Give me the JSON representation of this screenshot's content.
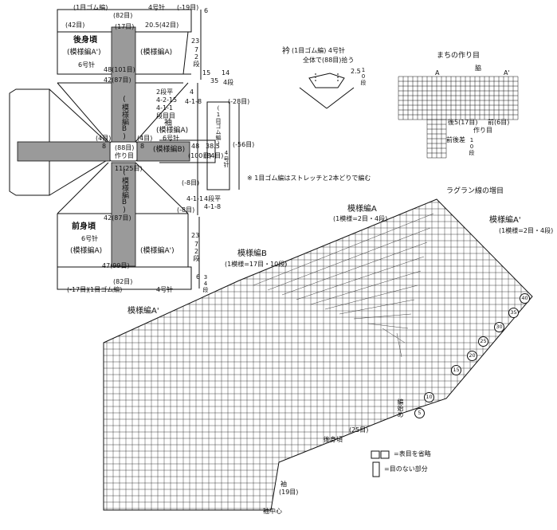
{
  "schematic": {
    "back": {
      "rib_label": "(1目ゴム編)",
      "needle_top": "4号针",
      "rib_rows_top": "6",
      "neg_top": "(-19目)",
      "top_left": "(42目)",
      "top_center": "(82目)",
      "top_mid": "(17目)",
      "top_right": "20.5(42目)",
      "title": "後身頃",
      "pattern_left": "(模様編A')",
      "pattern_right": "(模様編A)",
      "needle": "6号针",
      "height_right": "23",
      "height_rows": "72段",
      "width_mid": "48(101目)",
      "width_low": "42(87目)"
    },
    "center": {
      "pattern_b_top": "(模様編B)",
      "pattern_b_bottom": "(模様編B)",
      "neck_count": "(88目)",
      "neck_count2": "作り目",
      "neck_stitches_left": "(4目)",
      "neck_stitches_right": "(4目)",
      "bottom_count": "11(25目)",
      "gauge_left": "8",
      "gauge_right": "8"
    },
    "sleeve": {
      "title": "袖",
      "pattern": "(模様編A)",
      "needle": "6号针",
      "pattern_b": "(模様編B)",
      "width_top": "48",
      "width_bottom": "(100目)",
      "length": "38.5",
      "length_stitches": "(84目)",
      "cuff_rows": "(1目ゴム編)",
      "cuff_needle": "4号针",
      "cuff_count": "(-28目)",
      "total": "(-56目)",
      "dec_a": "2段平",
      "dec_b": "4-2-15",
      "dec_c": "4-1-1",
      "dec_d": "段目目",
      "dec_right_a": "4",
      "dec_right_b": "4-1-8",
      "lower_a": "4-1-1",
      "lower_b": "4-1-8",
      "lower_c": "4段平",
      "inc_a": "(-8目)",
      "inc_b": "(-8目)",
      "side_a": "15",
      "side_b": "35",
      "side_c": "14",
      "side_d": "4段"
    },
    "front": {
      "title": "前身頃",
      "needle": "6号针",
      "pattern": "(模様編A)",
      "pattern_right": "(模様編A')",
      "width_top": "42(87目)",
      "width_bottom": "47(99目)",
      "bottom_center": "(82目)",
      "bottom_left": "(-17目)",
      "bottom_label": "(1目ゴム編)",
      "bottom_needle": "4号针",
      "rows_right": "23",
      "rows_right2": "72段",
      "rib_rows": "6",
      "rib_rows2": "34段"
    },
    "note": "※ 1目ゴム編はストレッチと2本どりで編む"
  },
  "collar": {
    "title": "衿",
    "detail": "(1目ゴム編) 4号针",
    "detail2": "全体で(88目)拾う",
    "rows": "2.5",
    "rows2": "10段"
  },
  "gusset": {
    "title": "まちの作り目",
    "label_a": "A",
    "label_side": "脇",
    "label_a2": "A'",
    "label_back": "後5(17目)",
    "label_front": "前(6目)",
    "label_cast": "作り目",
    "label_diff": "前後差",
    "label_diff_rows": "10段"
  },
  "chart": {
    "raglan": "ラグラン線の増目",
    "pattern_a": "模様編A",
    "pattern_a_repeat": "(1模様=2目・4段)",
    "pattern_a2": "模様編A'",
    "pattern_a2_repeat": "(1模様=2目・4段)",
    "pattern_b": "模様編B",
    "pattern_b_repeat": "(1模様=17目・10段)",
    "pattern_a2_left": "模様編A'",
    "body_label": "後身頃",
    "body_count": "(25目)",
    "sleeve_label": "袖",
    "sleeve_count": "(19目)",
    "sleeve_center": "袖中心",
    "start_label": "編始め",
    "row_numbers": [
      "5",
      "10",
      "15",
      "20",
      "25",
      "30",
      "35",
      "40"
    ],
    "legend_a": "=表目を省略",
    "legend_b": "=目のない部分"
  },
  "colors": {
    "ink": "#111111",
    "gray": "#9a9a9a",
    "paper": "#ffffff"
  }
}
